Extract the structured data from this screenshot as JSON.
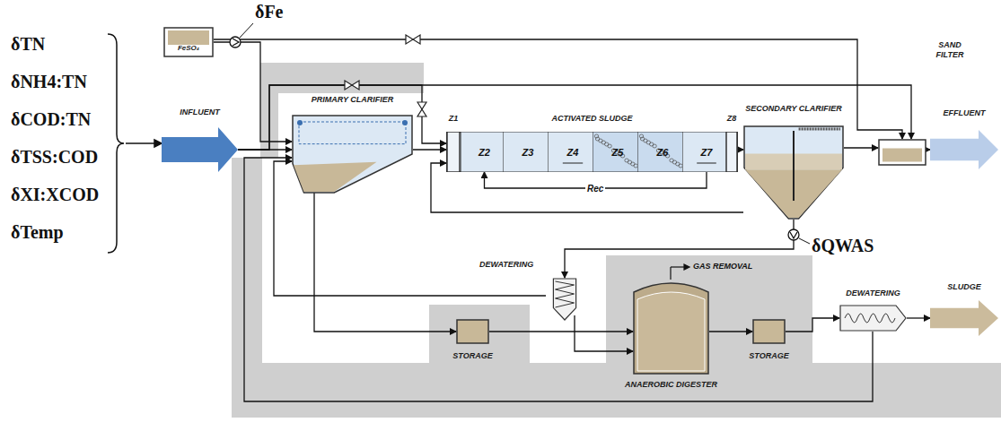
{
  "diagram": {
    "nodes": [
      {
        "text": [
          "FeSO₄"
        ]
      },
      {
        "text": [
          "INFLUENT"
        ]
      },
      {
        "text": [
          "PRIMARY CLARIFIER"
        ]
      },
      {
        "text": [
          "ACTIVATED SLUDGE"
        ]
      },
      {
        "text": [
          "Z1"
        ],
        "in": 3
      },
      {
        "text": [
          "Z2"
        ],
        "in": 3
      },
      {
        "text": [
          "Z3"
        ],
        "in": 3
      },
      {
        "text": [
          "Z4"
        ],
        "in": 3
      },
      {
        "text": [
          "Z5"
        ],
        "in": 3
      },
      {
        "text": [
          "Z6"
        ],
        "in": 3
      },
      {
        "text": [
          "Z7"
        ],
        "in": 3
      },
      {
        "text": [
          "Z8"
        ],
        "in": 3
      },
      {
        "text": [
          "SECONDARY CLARIFIER"
        ]
      },
      {
        "text": [
          "SAND FILTER"
        ]
      },
      {
        "text": [
          "EFFLUENT"
        ]
      },
      {
        "text": [
          "DEWATERING"
        ]
      },
      {
        "text": [
          "STORAGE"
        ]
      },
      {
        "text": [
          "ANAEROBIC DIGESTER"
        ]
      },
      {
        "text": [
          "STORAGE"
        ]
      },
      {
        "text": [
          "DEWATERING"
        ]
      },
      {
        "text": [
          "SLUDGE"
        ]
      }
    ],
    "edges": [
      {
        "from": 1,
        "to": 2,
        "arrow": "to"
      },
      {
        "from": 2,
        "to": 3,
        "arrow": "to"
      },
      {
        "from": 3,
        "to": 12,
        "arrow": "to"
      },
      {
        "from": 12,
        "to": 13,
        "arrow": "to"
      },
      {
        "from": 13,
        "to": 14,
        "arrow": "to"
      },
      {
        "from": 10,
        "to": 5,
        "label": "Rec",
        "arrow": "to"
      },
      {
        "from": 12,
        "to": 4,
        "arrow": "to"
      },
      {
        "from": 12,
        "to": 15,
        "arrow": "to"
      },
      {
        "from": 15,
        "to": 2,
        "arrow": "to"
      },
      {
        "from": 2,
        "to": 16,
        "arrow": "to"
      },
      {
        "from": 16,
        "to": 17,
        "arrow": "to"
      },
      {
        "from": 15,
        "to": 17,
        "arrow": "to"
      },
      {
        "from": 17,
        "to": 18,
        "arrow": "to"
      },
      {
        "from": 18,
        "to": 19,
        "arrow": "to"
      },
      {
        "from": 19,
        "to": 20,
        "arrow": "to"
      },
      {
        "from": 19,
        "to": 2,
        "arrow": "to"
      },
      {
        "from": 0,
        "to": 2,
        "arrow": "to"
      },
      {
        "from": 0,
        "to": 13,
        "arrow": "to"
      },
      {
        "from": 1,
        "to": 13,
        "arrow": "to"
      },
      {
        "from": 1,
        "to": 3,
        "arrow": "to"
      }
    ],
    "labels": [
      "δTN",
      "δNH4:TN",
      "δCOD:TN",
      "δTSS:COD",
      "δXI:XCOD",
      "δTemp",
      "δFe",
      "δQWAS",
      "GAS REMOVAL"
    ]
  }
}
